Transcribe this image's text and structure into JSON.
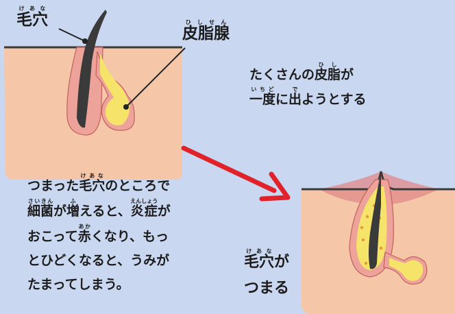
{
  "labels": {
    "pore": {
      "pre": "",
      "base": "毛穴",
      "ruby": "けあな",
      "post": ""
    },
    "sebaceous_gland": {
      "pre": "",
      "base": "皮脂腺",
      "ruby": "ひしせん",
      "post": ""
    }
  },
  "description_top": [
    {
      "pre": "たくさんの",
      "base": "皮脂",
      "ruby": "ひし",
      "post": "が"
    },
    {
      "pre": "",
      "base": "一度",
      "ruby": "いちど",
      "post": "に"
    },
    {
      "pre": "",
      "base": "出",
      "ruby": "で",
      "post": "ようとする"
    }
  ],
  "description_bottom": [
    {
      "pre": "つまった",
      "base": "毛穴",
      "ruby": "けあな",
      "post": "のところで"
    },
    {
      "pre": "",
      "base": "細菌",
      "ruby": "さいきん",
      "post": "が"
    },
    {
      "pre": "",
      "base": "増",
      "ruby": "ふ",
      "post": "えると、"
    },
    {
      "pre": "",
      "base": "炎症",
      "ruby": "えんしょう",
      "post": "が"
    },
    {
      "pre": "おこって",
      "base": "赤",
      "ruby": "あか",
      "post": "くなり、もっ"
    },
    {
      "pre": "とひどくなると、うみが",
      "base": "",
      "ruby": "",
      "post": ""
    },
    {
      "pre": "たまってしまう。",
      "base": "",
      "ruby": "",
      "post": ""
    }
  ],
  "result_label": [
    {
      "pre": "",
      "base": "毛穴",
      "ruby": "けあな",
      "post": "が"
    },
    {
      "pre": "つまる",
      "base": "",
      "ruby": "",
      "post": ""
    }
  ],
  "colors": {
    "background": "#c9d7f0",
    "skin": "#f5c6a8",
    "follicle": "#eda39a",
    "sebum": "#f6e36a",
    "hair": "#3a3a3a",
    "arrow": "#e0222a",
    "inflammation": "#e08a8a"
  }
}
